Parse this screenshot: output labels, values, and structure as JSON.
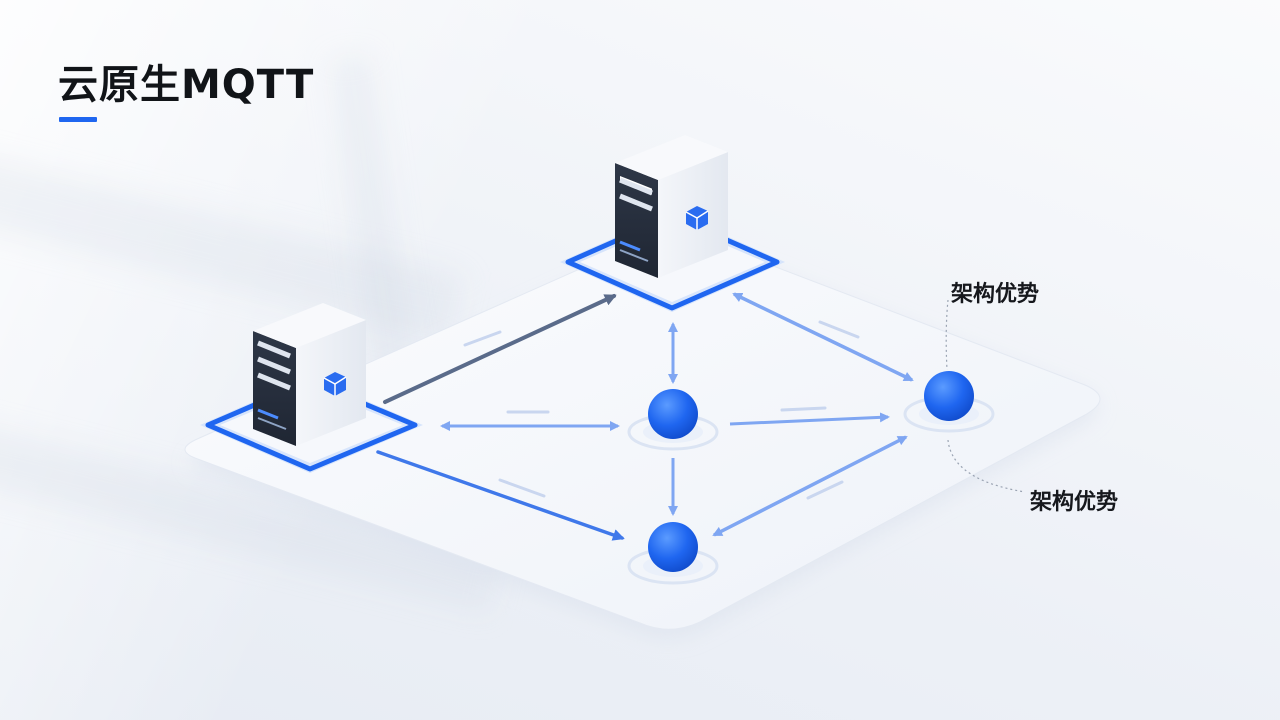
{
  "header": {
    "title": "云原生MQTT"
  },
  "diagram": {
    "nodes": [
      {
        "id": "server-top",
        "kind": "server"
      },
      {
        "id": "server-left",
        "kind": "server"
      },
      {
        "id": "node-center",
        "kind": "sphere"
      },
      {
        "id": "node-right",
        "kind": "sphere"
      },
      {
        "id": "node-bottom",
        "kind": "sphere"
      }
    ],
    "edges": [
      {
        "from": "server-left",
        "to": "server-top",
        "style": "dark"
      },
      {
        "from": "server-left",
        "to": "node-bottom",
        "style": "blue"
      },
      {
        "from": "server-left",
        "to": "node-center",
        "style": "light",
        "bidirectional": true
      },
      {
        "from": "server-top",
        "to": "node-center",
        "style": "light",
        "bidirectional": true
      },
      {
        "from": "server-top",
        "to": "node-right",
        "style": "light",
        "bidirectional": true
      },
      {
        "from": "node-center",
        "to": "node-right",
        "style": "light"
      },
      {
        "from": "node-center",
        "to": "node-bottom",
        "style": "light"
      },
      {
        "from": "node-bottom",
        "to": "node-right",
        "style": "light",
        "bidirectional": true
      }
    ]
  },
  "annotations": {
    "top_label": "架构优势",
    "bottom_label": "架构优势"
  },
  "colors": {
    "accent": "#1f66f0",
    "sphere": "#1a5ff0",
    "server_dark": "#2b3342",
    "edge_light": "#7fa6f2",
    "edge_dark": "#5a6b8a"
  }
}
